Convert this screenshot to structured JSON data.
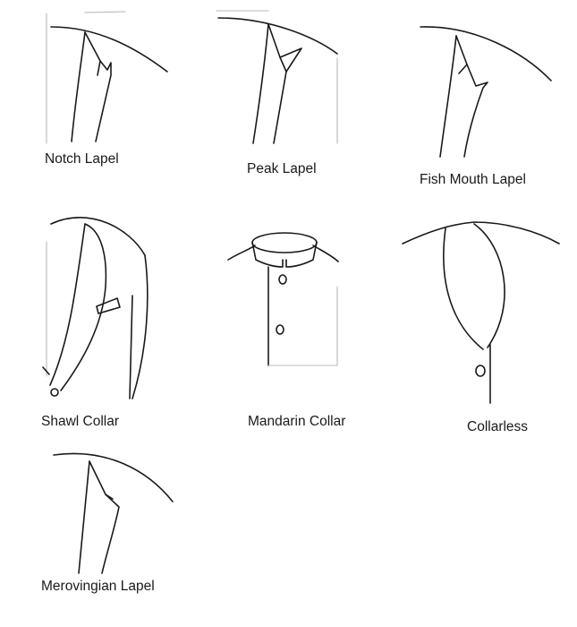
{
  "styles": [
    {
      "id": "notch-lapel",
      "label": "Notch Lapel"
    },
    {
      "id": "peak-lapel",
      "label": "Peak Lapel"
    },
    {
      "id": "fish-mouth-lapel",
      "label": "Fish Mouth Lapel"
    },
    {
      "id": "shawl-collar",
      "label": "Shawl Collar"
    },
    {
      "id": "mandarin-collar",
      "label": "Mandarin Collar"
    },
    {
      "id": "collarless",
      "label": "Collarless"
    },
    {
      "id": "merovingian-lapel",
      "label": "Merovingian Lapel"
    }
  ]
}
